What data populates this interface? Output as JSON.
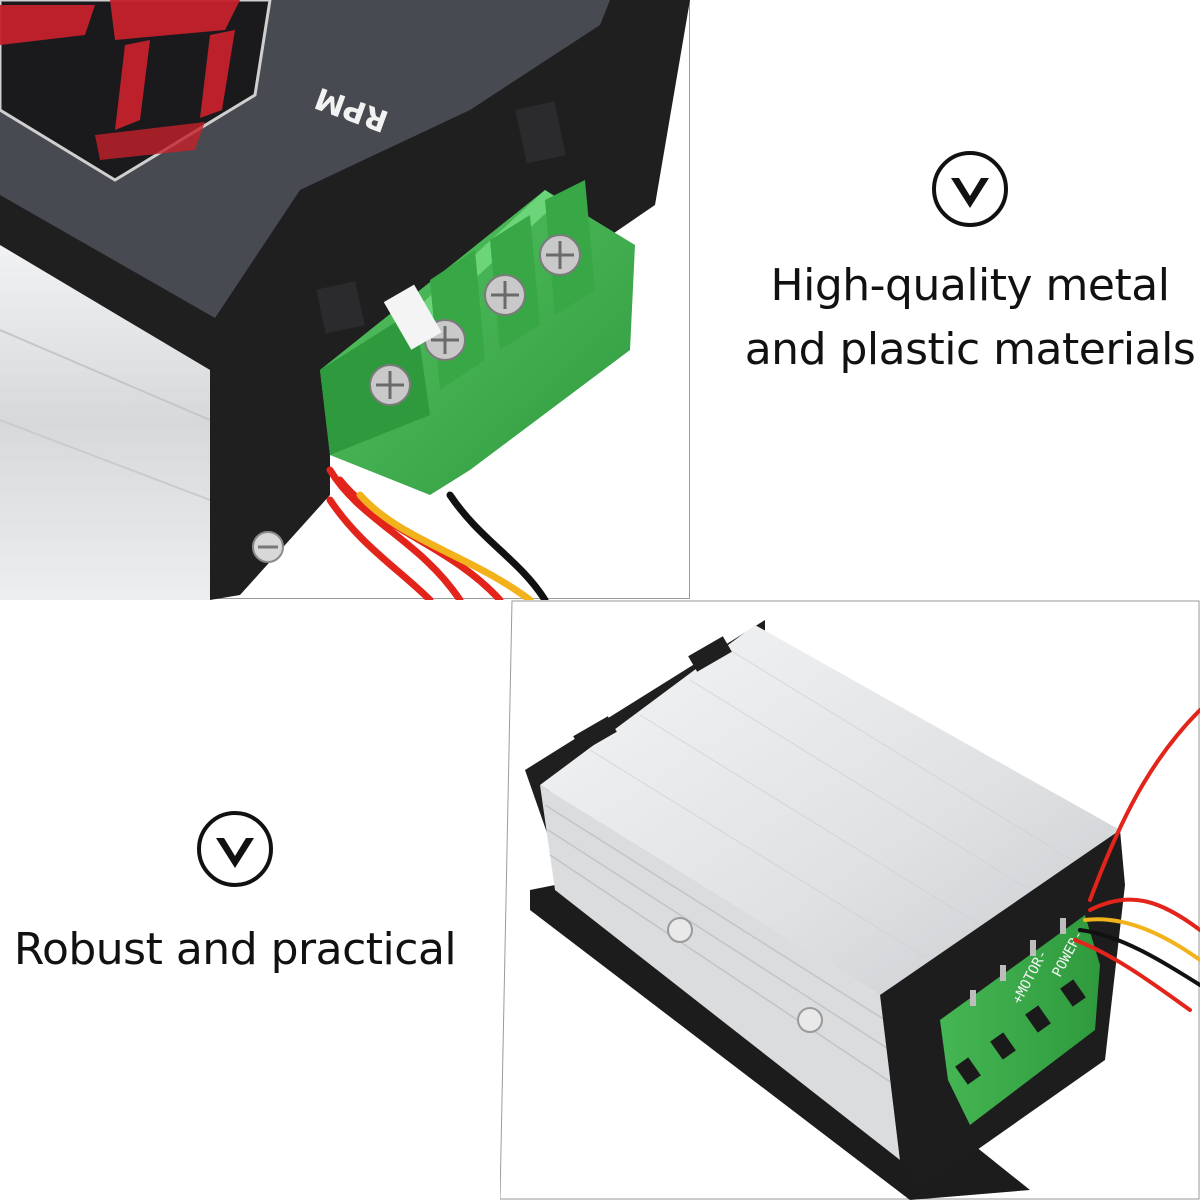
{
  "features": [
    {
      "icon": "chevron-down-circle-icon",
      "text": "High-quality metal\nand plastic materials"
    },
    {
      "icon": "chevron-down-circle-icon",
      "text": "Robust and practical"
    }
  ],
  "product": {
    "display_unit_label": "RPM",
    "terminal_label": "+MOTOR-",
    "terminal_label_2": "POWER-"
  },
  "colors": {
    "terminal_green": "#3fb34f",
    "housing_black": "#1e1e1e",
    "panel_gray": "#4a4d55",
    "display_red": "#c0202a",
    "heatsink_silver": "#e4e6e8",
    "wire_red": "#e3241b",
    "wire_yellow": "#f2b21b"
  }
}
